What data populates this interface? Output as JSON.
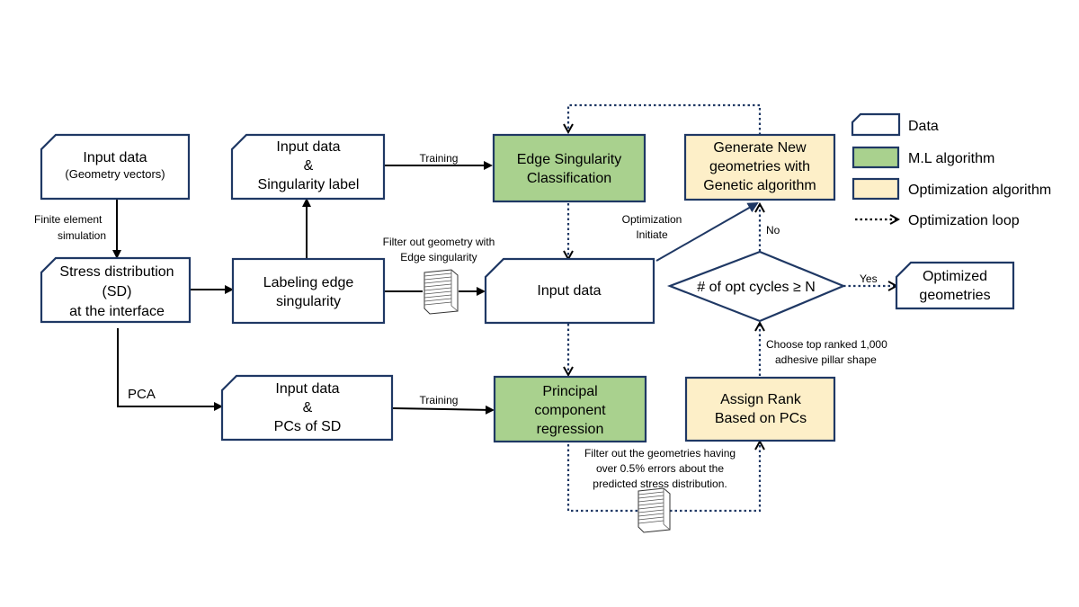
{
  "nodes": {
    "input_geometry": {
      "line1": "Input data",
      "line2": "(Geometry vectors)"
    },
    "stress_distribution": {
      "line1": "Stress distribution",
      "line2": "(SD)",
      "line3": "at the interface"
    },
    "input_singularity": {
      "line1": "Input data",
      "line2": "&",
      "line3": "Singularity label"
    },
    "labeling": {
      "line1": "Labeling edge",
      "line2": "singularity"
    },
    "input_pcs": {
      "line1": "Input data",
      "line2": "&",
      "line3": "PCs of SD"
    },
    "edge_classification": {
      "line1": "Edge Singularity",
      "line2": "Classification"
    },
    "input_data_mid": {
      "line1": "Input data"
    },
    "pcr": {
      "line1": "Principal",
      "line2": "component",
      "line3": "regression"
    },
    "genetic": {
      "line1": "Generate New",
      "line2": "geometries with",
      "line3": "Genetic algorithm"
    },
    "decision": {
      "line1": "# of opt cycles ≥ N"
    },
    "optimized": {
      "line1": "Optimized",
      "line2": "geometries"
    },
    "assign_rank": {
      "line1": "Assign Rank",
      "line2": "Based on PCs"
    }
  },
  "edge_labels": {
    "finite_element": {
      "line1": "Finite element",
      "line2": "simulation"
    },
    "pca": "PCA",
    "training_top": "Training",
    "training_bottom": "Training",
    "filter_singularity": {
      "line1": "Filter out geometry with",
      "line2": "Edge singularity"
    },
    "optimization_initiate": {
      "line1": "Optimization",
      "line2": "Initiate"
    },
    "no": "No",
    "yes": "Yes",
    "choose_top": {
      "line1": "Choose top ranked 1,000",
      "line2": "adhesive pillar shape"
    },
    "filter_errors": {
      "line1": "Filter out the geometries having",
      "line2": "over 0.5% errors about the",
      "line3": "predicted stress distribution."
    }
  },
  "legend": {
    "data": "Data",
    "ml": "M.L algorithm",
    "optimization": "Optimization algorithm",
    "loop": "Optimization loop"
  },
  "colors": {
    "border": "#1f3864",
    "ml_fill": "#a9d18e",
    "opt_fill": "#fdefc8"
  }
}
